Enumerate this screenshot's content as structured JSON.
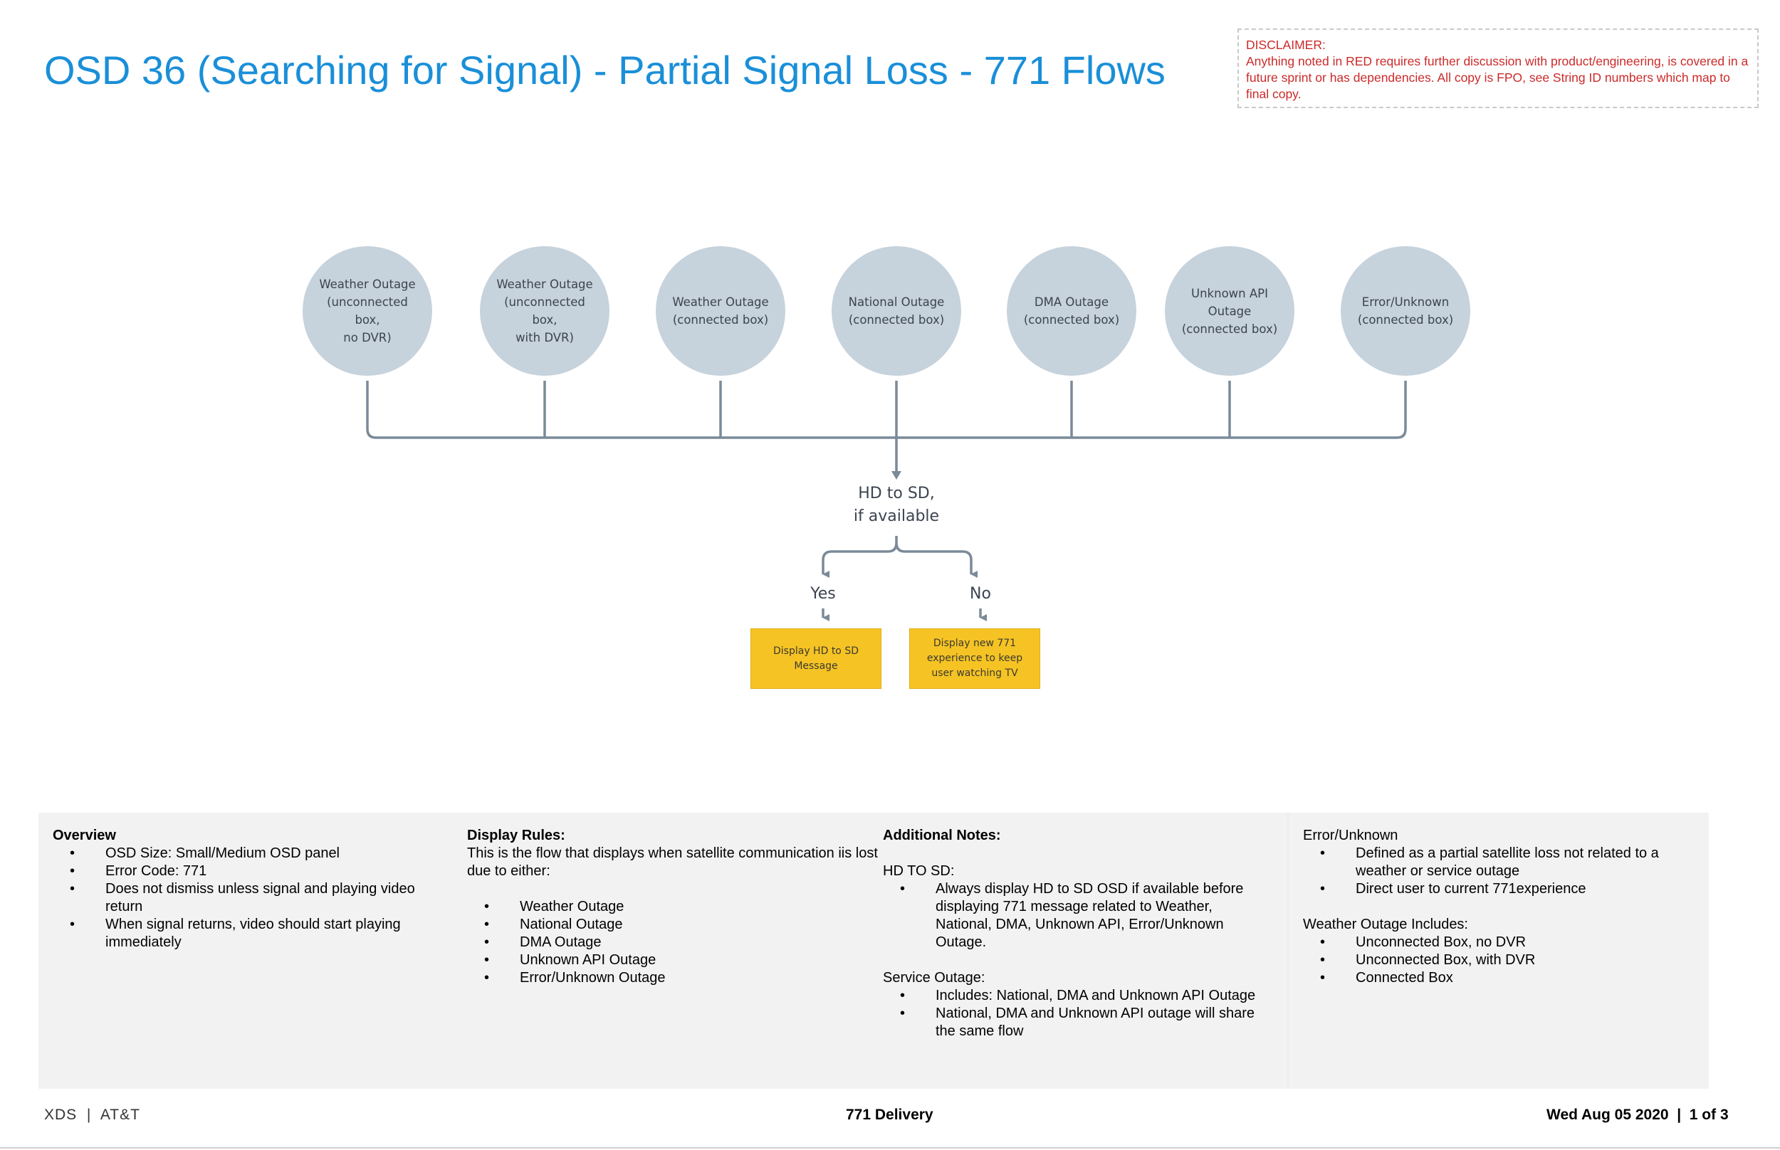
{
  "header": {
    "title": "OSD 36 (Searching for Signal) - Partial Signal Loss - 771 Flows"
  },
  "disclaimer": {
    "heading": "DISCLAIMER:",
    "body": "Anything noted in RED requires further discussion with product/engineering, is covered in a future sprint or has dependencies. All copy is FPO, see String ID numbers which map to final copy."
  },
  "flow": {
    "sources": [
      "Weather Outage\n(unconnected box,\nno DVR)",
      "Weather Outage\n(unconnected box,\nwith DVR)",
      "Weather Outage\n(connected box)",
      "National Outage\n(connected box)",
      "DMA Outage\n(connected box)",
      "Unknown API\nOutage\n(connected box)",
      "Error/Unknown\n(connected box)"
    ],
    "decision": "HD to SD,\nif available",
    "yes_label": "Yes",
    "no_label": "No",
    "yes_result": "Display HD to SD\nMessage",
    "no_result": "Display new 771\nexperience to keep\nuser watching TV"
  },
  "notes": {
    "overview": {
      "heading": "Overview",
      "bullets": [
        "OSD Size: Small/Medium OSD panel",
        "Error Code: 771",
        "Does not dismiss unless signal and playing video return",
        "When signal returns, video should start playing immediately"
      ]
    },
    "display_rules": {
      "heading": "Display Rules:",
      "intro": "This is the flow that displays when satellite communication iis lost due to either:",
      "bullets": [
        "Weather Outage",
        "National Outage",
        "DMA Outage",
        "Unknown API Outage",
        "Error/Unknown Outage"
      ]
    },
    "additional": {
      "heading": "Additional Notes:",
      "hd_heading": "HD TO SD:",
      "hd_bullets": [
        "Always display HD to SD OSD if available before displaying 771 message related to Weather, National, DMA, Unknown API, Error/Unknown Outage."
      ],
      "service_heading": "Service Outage:",
      "service_bullets": [
        "Includes: National, DMA and Unknown API Outage",
        "National, DMA and Unknown API outage will share the same flow"
      ]
    },
    "error_unknown": {
      "heading": "Error/Unknown",
      "bullets": [
        "Defined as a partial satellite loss not related to a weather or service outage",
        "Direct user to current 771experience"
      ],
      "weather_heading": "Weather Outage Includes:",
      "weather_bullets": [
        "Unconnected Box, no DVR",
        "Unconnected Box, with DVR",
        "Connected Box"
      ]
    }
  },
  "footer": {
    "left": "XDS  |  AT&T",
    "center": "771 Delivery",
    "right": "Wed Aug 05 2020  |  1 of 3"
  },
  "colors": {
    "title": "#1a8fd8",
    "disclaimer": "#cc2a2a",
    "node_fill": "#c6d2dc",
    "connector": "#7a8a98",
    "result_fill": "#f5c324",
    "notes_bg": "#f2f2f2"
  }
}
